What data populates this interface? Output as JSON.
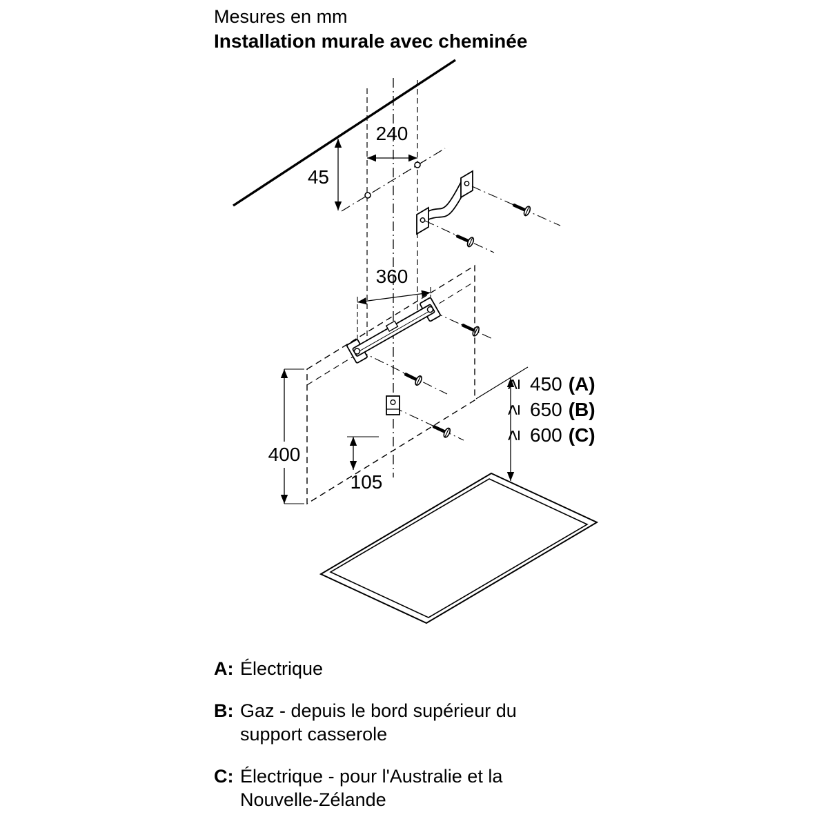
{
  "header": {
    "units_note": "Mesures en mm",
    "title": "Installation murale avec cheminée"
  },
  "dimensions": {
    "upper_hole_spacing": "240",
    "wall_offset": "45",
    "bar_hole_spacing": "360",
    "panel_height": "400",
    "lower_bracket_offset": "105"
  },
  "clearances": [
    {
      "symbol": "≥",
      "value": "450",
      "label": "(A)"
    },
    {
      "symbol": "≥",
      "value": "650",
      "label": "(B)"
    },
    {
      "symbol": "≥",
      "value": "600",
      "label": "(C)"
    }
  ],
  "legend": [
    {
      "key": "A:",
      "text": "Électrique"
    },
    {
      "key": "B:",
      "text": "Gaz - depuis le bord supérieur du support casserole"
    },
    {
      "key": "C:",
      "text": "Électrique - pour l'Australie et la Nouvelle-Zélande"
    }
  ]
}
